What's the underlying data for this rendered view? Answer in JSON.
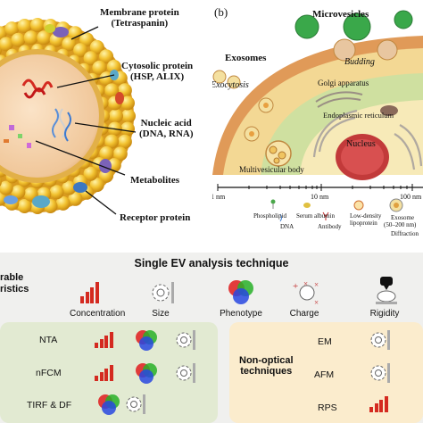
{
  "panel_a": {
    "labels": {
      "membrane_protein": "Membrane protein",
      "membrane_protein_sub": "(Tetraspanin)",
      "cytosolic_protein": "Cytosolic protein",
      "cytosolic_protein_sub": "(HSP, ALIX)",
      "nucleic_acid": "Nucleic acid",
      "nucleic_acid_sub": "(DNA, RNA)",
      "metabolites": "Metabolites",
      "receptor_protein": "Receptor protein"
    }
  },
  "panel_b": {
    "tag": "(b)",
    "microvesicles": "Microvesicles",
    "budding": "Budding",
    "exosomes": "Exosomes",
    "exocytosis": "Exocytosis",
    "golgi": "Golgi apparatus",
    "er": "Endoplasmic reticulum",
    "nucleus": "Nucleus",
    "mvb": "Multivesicular body"
  },
  "scale": {
    "ticks": [
      "1 nm",
      "10 nm",
      "100 nm"
    ],
    "items": {
      "phospholipid": "Phospholipid",
      "serum_albumin": "Serum albumin",
      "dna": "DNA",
      "antibody": "Antibody",
      "ldl_line1": "Low-density",
      "ldl_line2": "lipoprotein",
      "exosome_line1": "Exosome",
      "exosome_line2": "(50–200 nm)",
      "diffraction": "Diffraction"
    }
  },
  "analysis": {
    "title": "Single EV analysis technique",
    "left_cut_1": "rable",
    "left_cut_2": "ristics",
    "columns": [
      "Concentration",
      "Size",
      "Phenotype",
      "Charge",
      "Rigidity"
    ],
    "optical": [
      "NTA",
      "nFCM",
      "TIRF & DF"
    ],
    "non_optical_label_1": "Non-optical",
    "non_optical_label_2": "techniques",
    "non_optical": [
      "EM",
      "AFM",
      "RPS"
    ]
  },
  "colors": {
    "vesicle": "#f2c230",
    "green_panel": "#e2ead2",
    "orange_panel": "#fbeccd",
    "bar_red": "#d42a20"
  }
}
